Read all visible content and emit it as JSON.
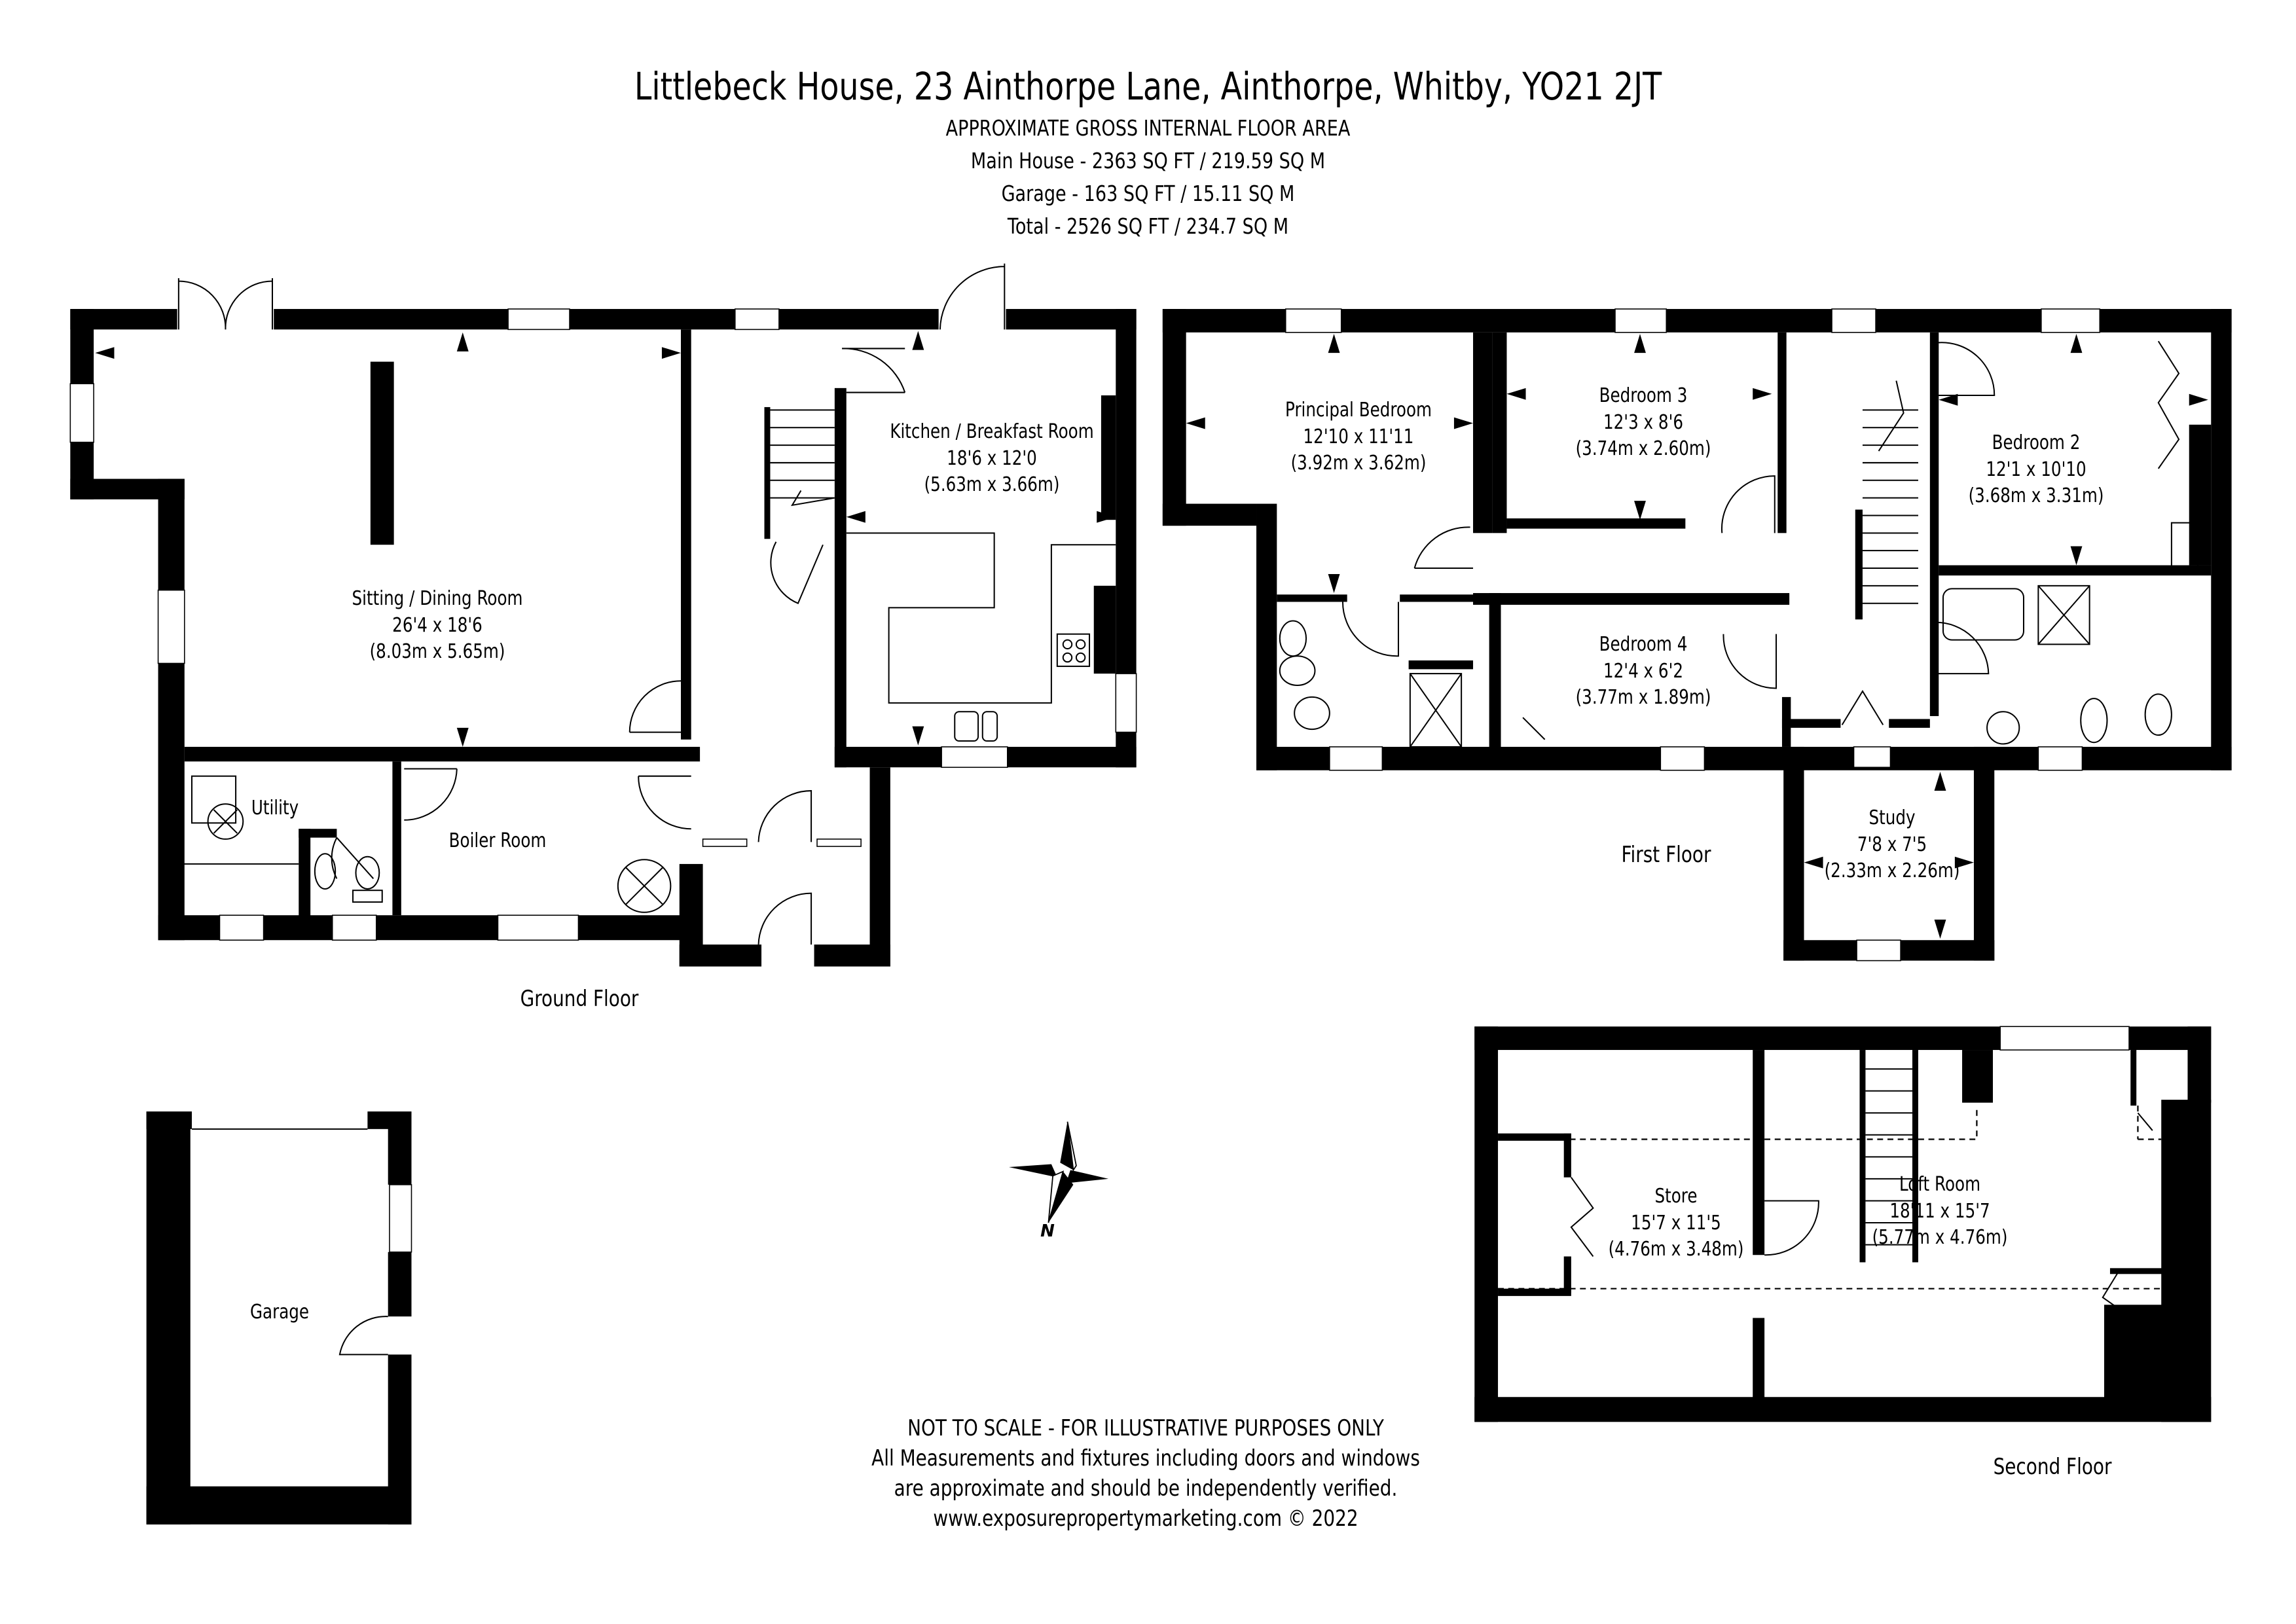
{
  "header": {
    "title": "Littlebeck House, 23 Ainthorpe Lane, Ainthorpe, Whitby, YO21 2JT",
    "subtitle": "APPROXIMATE GROSS INTERNAL FLOOR AREA",
    "areas": [
      "Main House - 2363 SQ FT / 219.59 SQ M",
      "Garage - 163 SQ FT / 15.11 SQ M",
      "Total - 2526 SQ FT / 234.7 SQ M"
    ]
  },
  "floors": {
    "ground": {
      "label": "Ground Floor",
      "rooms": [
        {
          "name": "Sitting / Dining Room",
          "imperial": "26'4 x 18'6",
          "metric": "(8.03m x 5.65m)"
        },
        {
          "name": "Kitchen / Breakfast Room",
          "imperial": "18'6 x 12'0",
          "metric": "(5.63m x 3.66m)"
        },
        {
          "name": "Utility"
        },
        {
          "name": "Boiler Room"
        }
      ]
    },
    "first": {
      "label": "First Floor",
      "rooms": [
        {
          "name": "Principal Bedroom",
          "imperial": "12'10 x 11'11",
          "metric": "(3.92m x 3.62m)"
        },
        {
          "name": "Bedroom 3",
          "imperial": "12'3 x 8'6",
          "metric": "(3.74m x 2.60m)"
        },
        {
          "name": "Bedroom 2",
          "imperial": "12'1 x 10'10",
          "metric": "(3.68m x 3.31m)"
        },
        {
          "name": "Bedroom 4",
          "imperial": "12'4 x 6'2",
          "metric": "(3.77m x 1.89m)"
        },
        {
          "name": "Study",
          "imperial": "7'8 x 7'5",
          "metric": "(2.33m x 2.26m)"
        }
      ]
    },
    "second": {
      "label": "Second Floor",
      "rooms": [
        {
          "name": "Store",
          "imperial": "15'7 x 11'5",
          "metric": "(4.76m x 3.48m)"
        },
        {
          "name": "Loft Room",
          "imperial": "18'11 x 15'7",
          "metric": "(5.77m x 4.76m)"
        }
      ]
    },
    "garage": {
      "rooms": [
        {
          "name": "Garage"
        }
      ]
    }
  },
  "compass": {
    "label": "N"
  },
  "footer": {
    "lines": [
      "NOT TO SCALE - FOR ILLUSTRATIVE PURPOSES ONLY",
      "All Measurements and fixtures including doors and windows",
      "are approximate and should be independently verified.",
      "www.exposurepropertymarketing.com © 2022"
    ]
  }
}
